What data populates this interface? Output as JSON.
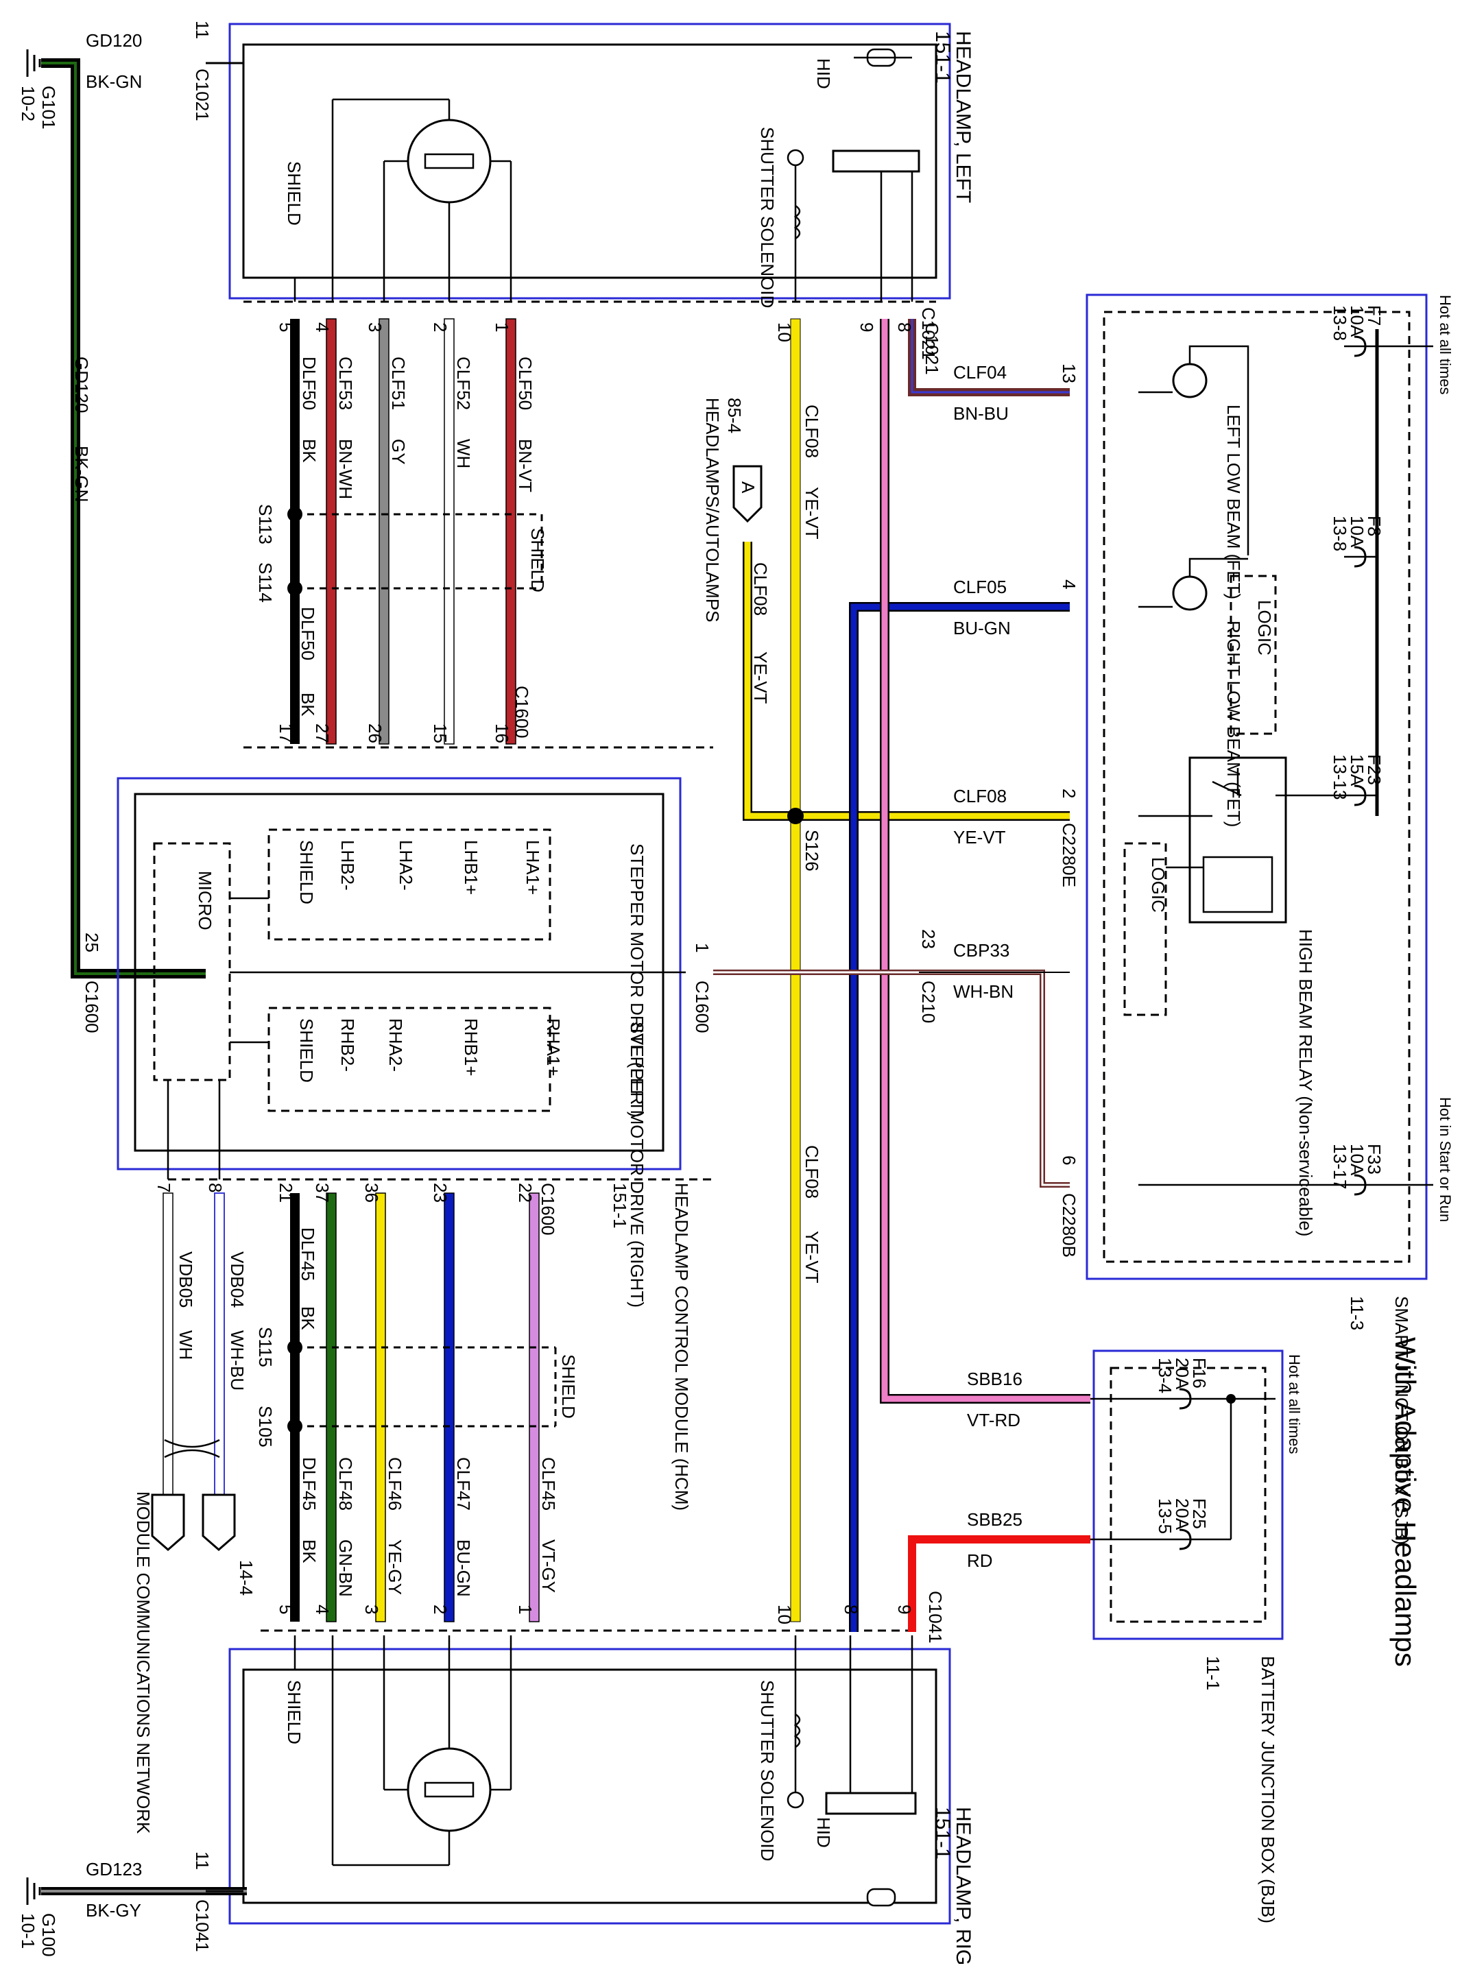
{
  "title": "With Adaptive Headlamps",
  "colors": {
    "black": "#000000",
    "red": "#b8252a",
    "gray": "#8a8a8a",
    "white": "#ffffff",
    "yellow": "#f6e500",
    "pink": "#ee7ec6",
    "violet": "#d58be0",
    "blue": "#0a1cbf",
    "green": "#1e6a12",
    "bright_red": "#ee1111",
    "brown": "#6a2a2a",
    "purple": "#7a3aa0",
    "box": "#2a2ad6"
  },
  "grounds": {
    "g101": {
      "name": "G101",
      "ref": "10-2"
    },
    "g100": {
      "name": "G100",
      "ref": "10-1"
    }
  },
  "headlamp_left": {
    "label": "HEADLAMP, LEFT",
    "ref": "151-1",
    "hid": "HID",
    "shutter": "SHUTTER SOLENOID",
    "shield": "SHIELD",
    "ground_pin": "11",
    "ground_circuit": "GD120",
    "ground_color": "BK-GN",
    "ground_connector": "C1021",
    "connector": "C1021"
  },
  "headlamp_right": {
    "label": "HEADLAMP, RIGHT",
    "ref": "151-1",
    "hid": "HID",
    "shutter": "SHUTTER SOLENOID",
    "shield": "SHIELD",
    "ground_pin": "11",
    "ground_circuit": "GD123",
    "ground_color": "BK-GY",
    "ground_connector": "C1041",
    "connector": "C1041"
  },
  "left_wires": [
    {
      "pin_top": "5",
      "circuit": "DLF50",
      "color": "BK",
      "pin_bottom": "17"
    },
    {
      "pin_top": "4",
      "circuit": "CLF53",
      "color": "BN-WH",
      "pin_bottom": "27"
    },
    {
      "pin_top": "3",
      "circuit": "CLF51",
      "color": "GY",
      "pin_bottom": "26"
    },
    {
      "pin_top": "2",
      "circuit": "CLF52",
      "color": "WH",
      "pin_bottom": "15"
    },
    {
      "pin_top": "1",
      "circuit": "CLF50",
      "color": "BN-VT",
      "pin_bottom": "16"
    }
  ],
  "left_lower_circuit": "DLF50",
  "left_lower_color": "BK",
  "c1600_label": "C1600",
  "splices": {
    "s113": "S113",
    "s114": "S114",
    "s115": "S115",
    "s105": "S105",
    "s126": "S126"
  },
  "shield_label": "SHIELD",
  "hcm": {
    "label": "HEADLAMP CONTROL MODULE (HCM)",
    "ref": "151-1",
    "micro": "MICRO",
    "left_drive": "STEPPER MOTOR DRIVE (LEFT)",
    "right_drive": "STEPPER MOTOR DRIVE (RIGHT)",
    "left_pins": [
      "LHA1+",
      "LHB1+",
      "LHA2-",
      "LHB2-",
      "SHIELD"
    ],
    "right_pins": [
      "RHA1+",
      "RHB1+",
      "RHA2-",
      "RHB2-",
      "SHIELD"
    ],
    "ground_pin": "25",
    "ground_connector": "C1600",
    "ign_pin": "1",
    "ign_connector": "C1600"
  },
  "right_wires": [
    {
      "pin_top": "21",
      "circuit": "DLF45",
      "color": "BK",
      "pin_bottom": "5"
    },
    {
      "pin_top": "37",
      "circuit": "CLF48",
      "color": "GN-BN",
      "pin_bottom": "4"
    },
    {
      "pin_top": "36",
      "circuit": "CLF46",
      "color": "YE-GY",
      "pin_bottom": "3"
    },
    {
      "pin_top": "23",
      "circuit": "CLF47",
      "color": "BU-GN",
      "pin_bottom": "2"
    },
    {
      "pin_top": "22",
      "circuit": "CLF45",
      "color": "VT-GY",
      "pin_bottom": "1"
    }
  ],
  "right_upper_circuit": "DLF45",
  "right_upper_color": "BK",
  "network": {
    "wire1_pin": "7",
    "wire1_circuit": "VDB05",
    "wire1_color": "WH",
    "wire2_pin": "8",
    "wire2_circuit": "VDB04",
    "wire2_color": "WH-BU",
    "label": "MODULE COMMUNICATIONS NETWORK",
    "ref": "14-4"
  },
  "autolamps": {
    "ref": "85-4",
    "label": "HEADLAMPS/AUTOLAMPS",
    "flag": "A",
    "circuit": "CLF08",
    "color": "YE-VT"
  },
  "clf08": {
    "circuit": "CLF08",
    "color": "YE-VT",
    "pin_top": "10",
    "pin_bottom": "10"
  },
  "clf04": {
    "circuit": "CLF04",
    "color": "BN-BU",
    "pin": "13",
    "lamp_pin": "8",
    "connector": "C1021"
  },
  "clf05": {
    "circuit": "CLF05",
    "color": "BU-GN",
    "pin": "4",
    "lamp_pin": "8"
  },
  "clf08_relay": {
    "circuit": "CLF08",
    "color": "YE-VT",
    "pin": "2",
    "connector": "C2280E"
  },
  "cbp33": {
    "circuit": "CBP33",
    "color": "WH-BN",
    "pin": "23",
    "connector": "C210",
    "pin_b": "6",
    "connector_b": "C2280B"
  },
  "sbb16": {
    "circuit": "SBB16",
    "color": "VT-RD",
    "lamp_pin": "9"
  },
  "sbb25": {
    "circuit": "SBB25",
    "color": "RD",
    "lamp_pin": "9"
  },
  "sjb": {
    "label": "SMART JUNCTION BOX (SJB)",
    "ref": "11-3",
    "hot_all": "Hot at all times",
    "hot_start": "Hot in Start or Run",
    "f7": {
      "name": "F7",
      "rating": "10A",
      "ref": "13-8"
    },
    "f8": {
      "name": "F8",
      "rating": "10A",
      "ref": "13-8"
    },
    "f23": {
      "name": "F23",
      "rating": "15A",
      "ref": "13-13"
    },
    "f33": {
      "name": "F33",
      "rating": "10A",
      "ref": "13-17"
    },
    "left_low": "LEFT LOW BEAM (FET)",
    "right_low": "RIGHT LOW BEAM (FET)",
    "logic": "LOGIC",
    "high_beam": "HIGH BEAM RELAY (Non-serviceable)"
  },
  "bjb": {
    "label": "BATTERY JUNCTION BOX (BJB)",
    "ref": "11-1",
    "hot_all": "Hot at all times",
    "f16": {
      "name": "F16",
      "rating": "20A",
      "ref": "13-4"
    },
    "f25": {
      "name": "F25",
      "rating": "20A",
      "ref": "13-5"
    }
  }
}
